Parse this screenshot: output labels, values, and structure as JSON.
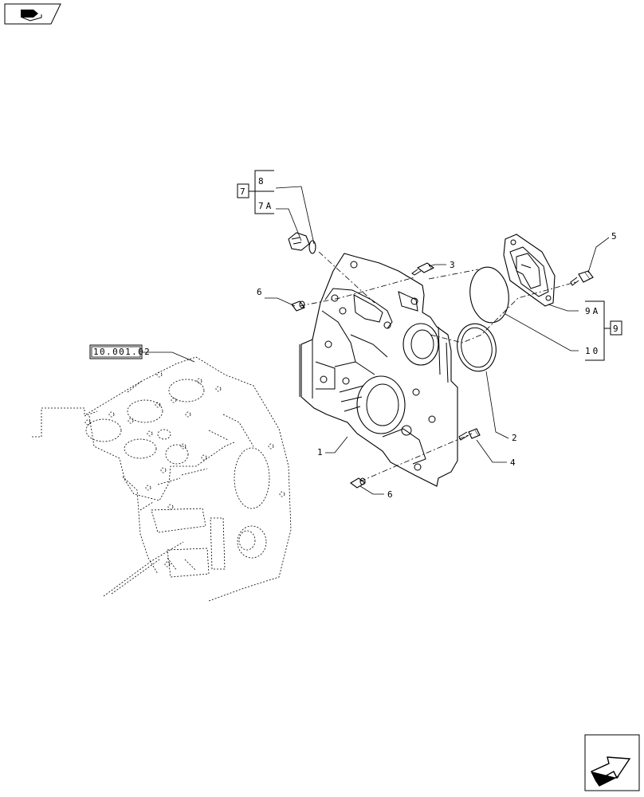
{
  "reference_box": "10.001.02",
  "callouts": {
    "c1": "1",
    "c2": "2",
    "c3": "3",
    "c4": "4",
    "c5": "5",
    "c6a": "6",
    "c6b": "6",
    "c7": "7",
    "c7a": "7A",
    "c8": "8",
    "c9": "9",
    "c9a": "9A",
    "c10": "10"
  },
  "icons": {
    "top_left": "book-arrow-icon",
    "bottom_right": "next-page-arrow-icon"
  }
}
